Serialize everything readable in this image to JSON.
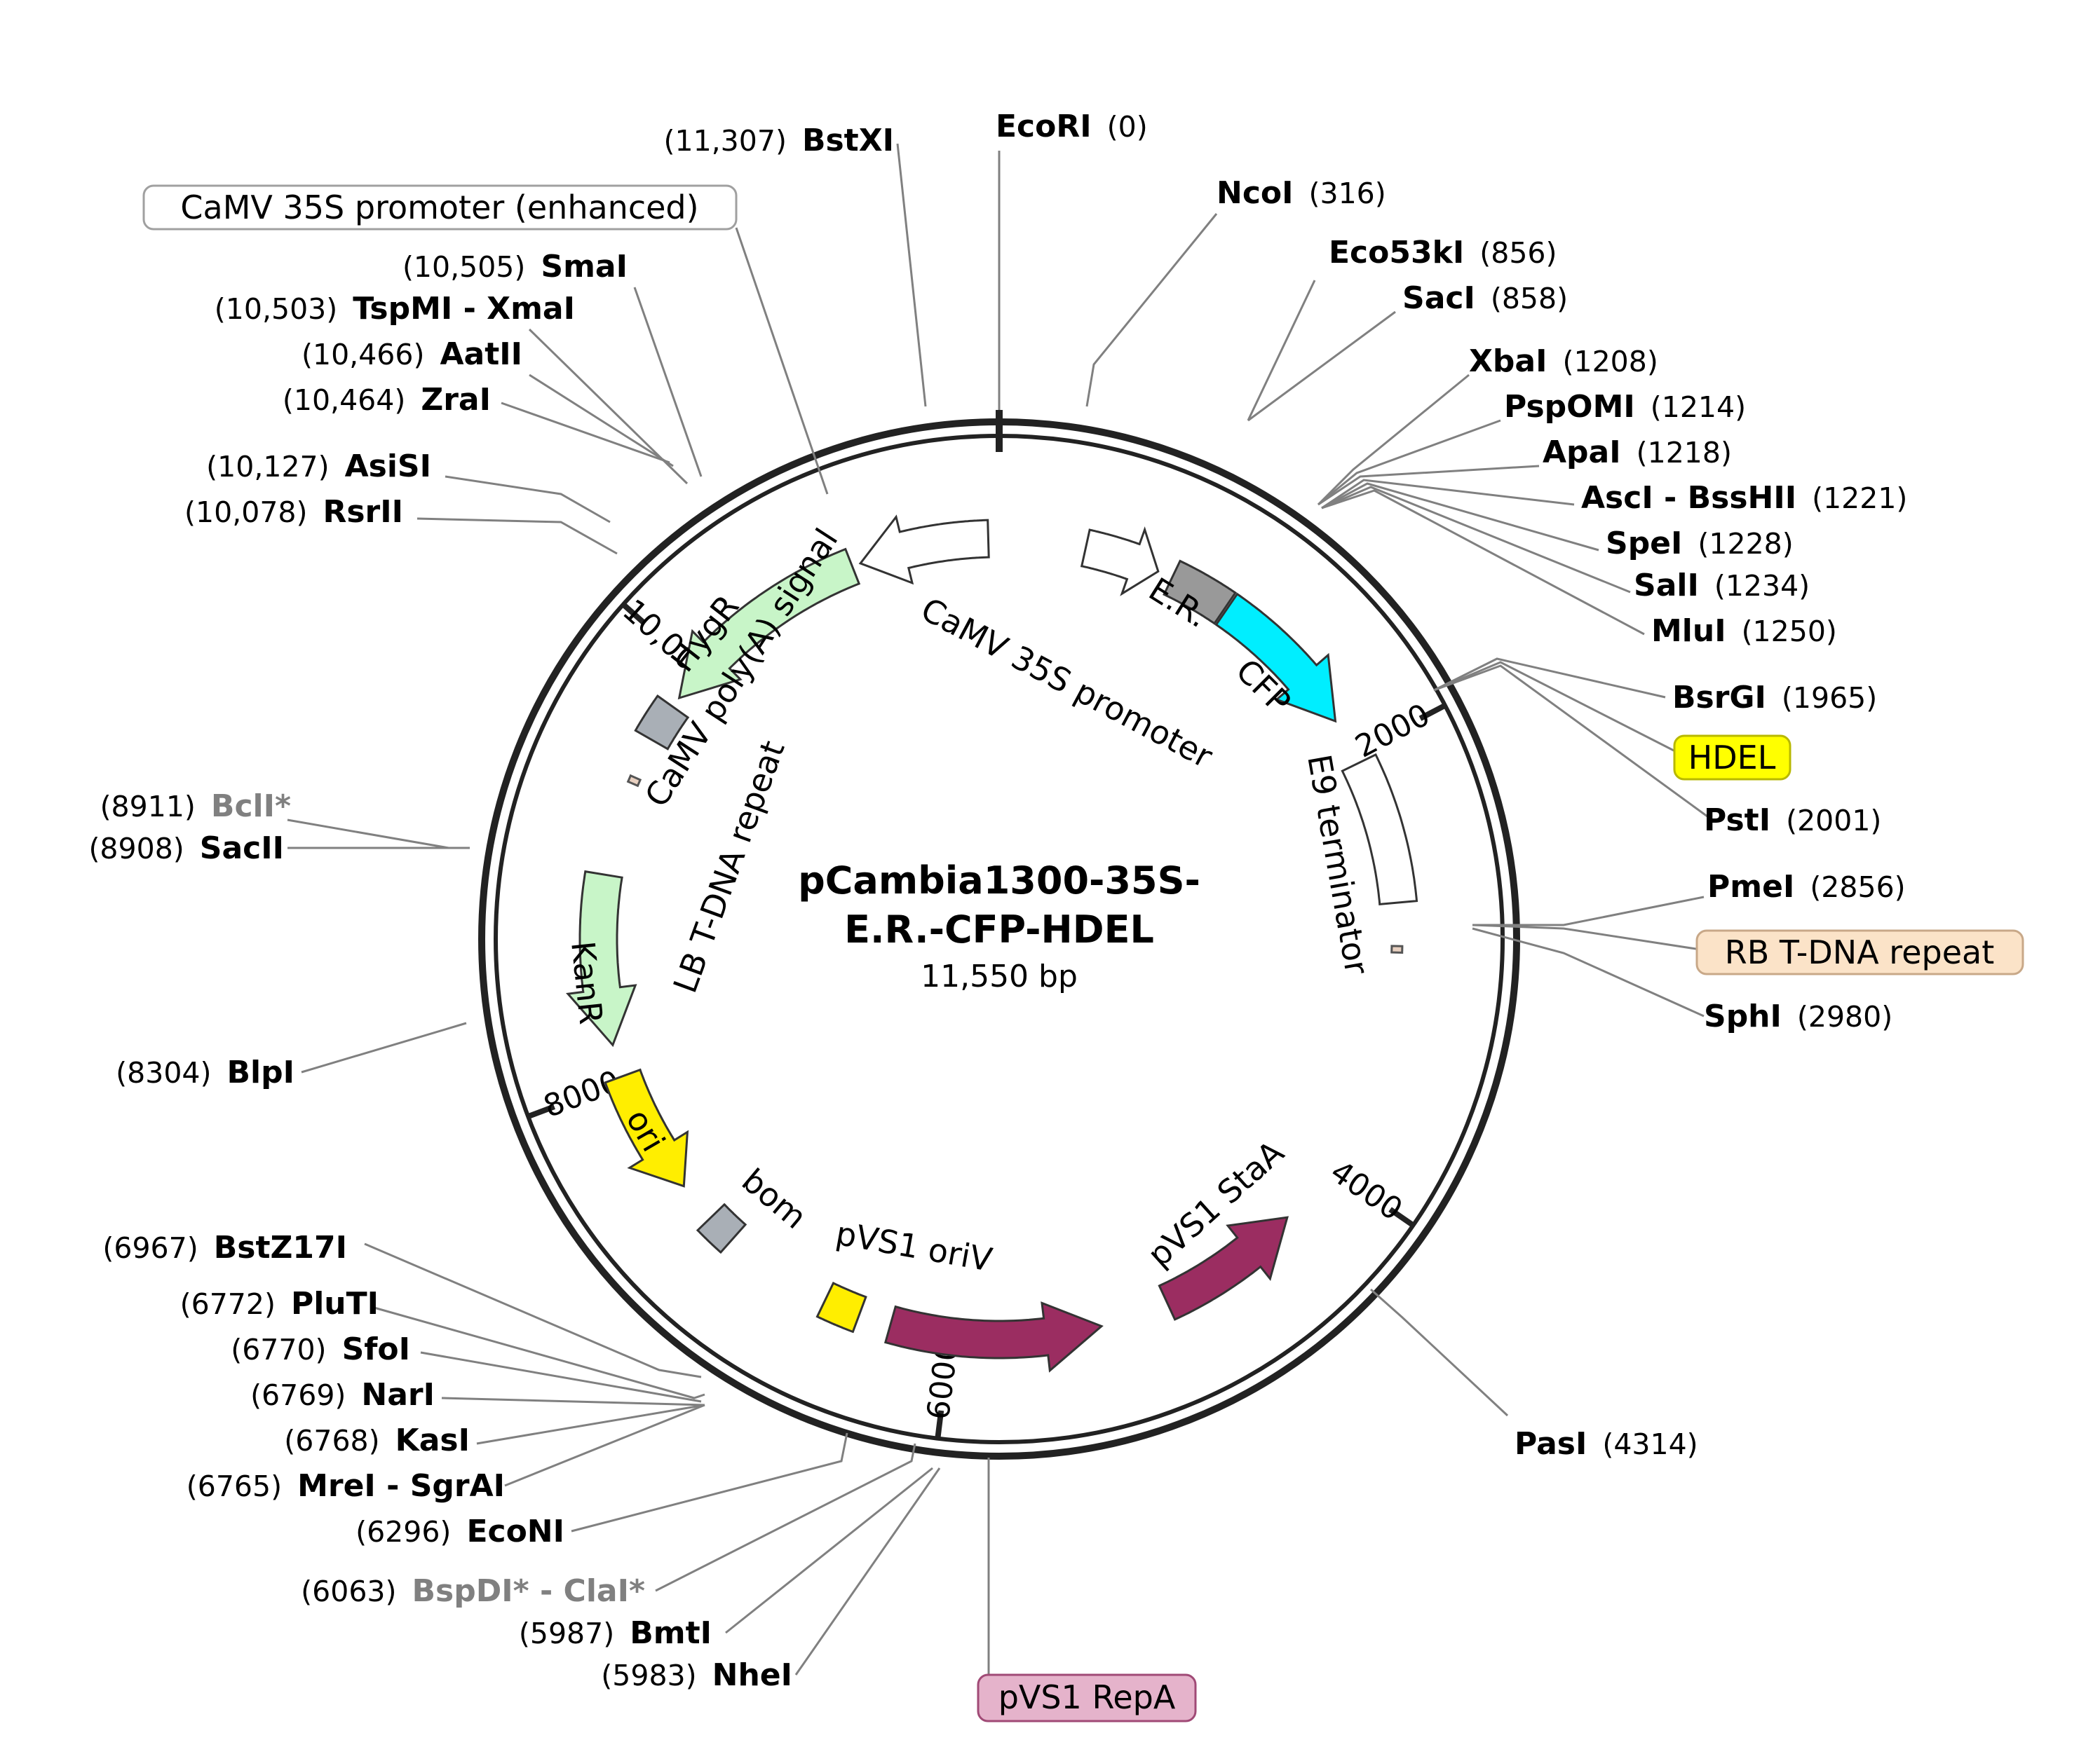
{
  "plasmid": {
    "name_line1": "pCambia1300-35S-",
    "name_line2": "E.R.-CFP-HDEL",
    "size_label": "11,550 bp",
    "length": 11550
  },
  "ticks": [
    {
      "pos": 2000,
      "label": "2000"
    },
    {
      "pos": 4000,
      "label": "4000"
    },
    {
      "pos": 6000,
      "label": "6000"
    },
    {
      "pos": 8000,
      "label": "8000"
    },
    {
      "pos": 10000,
      "label": "10,000"
    }
  ],
  "features": [
    {
      "id": "camv35s-right",
      "label": "CaMV 35S promoter",
      "start": 400,
      "end": 750,
      "style": "outline",
      "color": "#ffffff"
    },
    {
      "id": "er",
      "label": "E.R.",
      "start": 820,
      "end": 1100,
      "style": "box",
      "color": "#999999"
    },
    {
      "id": "cfp",
      "label": "CFP",
      "start": 1110,
      "end": 1830,
      "style": "arrow",
      "color": "#00eeff"
    },
    {
      "id": "e9",
      "label": "E9 terminator",
      "start": 2050,
      "end": 2720,
      "style": "outline-box",
      "color": "#ffffff"
    },
    {
      "id": "rb",
      "label": "RB T-DNA repeat",
      "start": 2920,
      "end": 2950,
      "style": "thin",
      "color": "#e8d0c0"
    },
    {
      "id": "stab",
      "label": "pVS1 StaA",
      "start": 4300,
      "end": 4980,
      "style": "arrow",
      "color": "#9b2d61"
    },
    {
      "id": "repa",
      "label": "pVS1 RepA",
      "start": 5300,
      "end": 6280,
      "style": "arrow",
      "color": "#9b2d61"
    },
    {
      "id": "oriv",
      "label": "pVS1 oriV",
      "start": 6430,
      "end": 6600,
      "style": "box",
      "color": "#ffee00"
    },
    {
      "id": "bom",
      "label": "bom",
      "start": 7110,
      "end": 7250,
      "style": "box",
      "color": "#a9afb6"
    },
    {
      "id": "ori",
      "label": "ori",
      "start": 7440,
      "end": 8020,
      "style": "arrow",
      "color": "#ffee00"
    },
    {
      "id": "kanr",
      "label": "KanR",
      "start": 8170,
      "end": 8960,
      "style": "arrow",
      "color": "#c8f5c8"
    },
    {
      "id": "lb",
      "label": "LB T-DNA repeat",
      "start": 9400,
      "end": 9430,
      "style": "thin",
      "color": "#e8d0c0"
    },
    {
      "id": "polya",
      "label": "CaMV poly(A) signal",
      "start": 9620,
      "end": 9800,
      "style": "box",
      "color": "#a9afb6"
    },
    {
      "id": "hygr",
      "label": "HygR",
      "start": 9850,
      "end": 10860,
      "style": "arrow",
      "color": "#c8f5c8"
    },
    {
      "id": "camv35s-left",
      "label": "CaMV 35S promoter (enhanced)",
      "start": 10900,
      "end": 11500,
      "style": "outline",
      "color": "#ffffff"
    }
  ],
  "sites": [
    {
      "name": "EcoRI",
      "pos": "(0)",
      "side": "right"
    },
    {
      "name": "NcoI",
      "pos": "(316)",
      "side": "right"
    },
    {
      "name": "Eco53kI",
      "pos": "(856)",
      "side": "right"
    },
    {
      "name": "SacI",
      "pos": "(858)",
      "side": "right"
    },
    {
      "name": "XbaI",
      "pos": "(1208)",
      "side": "right"
    },
    {
      "name": "PspOMI",
      "pos": "(1214)",
      "side": "right"
    },
    {
      "name": "ApaI",
      "pos": "(1218)",
      "side": "right"
    },
    {
      "name": "AscI - BssHII",
      "pos": "(1221)",
      "side": "right"
    },
    {
      "name": "SpeI",
      "pos": "(1228)",
      "side": "right"
    },
    {
      "name": "SalI",
      "pos": "(1234)",
      "side": "right"
    },
    {
      "name": "MluI",
      "pos": "(1250)",
      "side": "right"
    },
    {
      "name": "BsrGI",
      "pos": "(1965)",
      "side": "right"
    },
    {
      "name": "PstI",
      "pos": "(2001)",
      "side": "right"
    },
    {
      "name": "PmeI",
      "pos": "(2856)",
      "side": "right"
    },
    {
      "name": "SphI",
      "pos": "(2980)",
      "side": "right"
    },
    {
      "name": "PasI",
      "pos": "(4314)",
      "side": "right"
    },
    {
      "name": "NheI",
      "pos": "(5983)",
      "side": "left"
    },
    {
      "name": "BmtI",
      "pos": "(5987)",
      "side": "left"
    },
    {
      "name": "BspDI* - ClaI*",
      "pos": "(6063)",
      "side": "left",
      "note": "non-cutting"
    },
    {
      "name": "EcoNI",
      "pos": "(6296)",
      "side": "left"
    },
    {
      "name": "MreI - SgrAI",
      "pos": "(6765)",
      "side": "left"
    },
    {
      "name": "KasI",
      "pos": "(6768)",
      "side": "left"
    },
    {
      "name": "NarI",
      "pos": "(6769)",
      "side": "left"
    },
    {
      "name": "SfoI",
      "pos": "(6770)",
      "side": "left"
    },
    {
      "name": "PluTI",
      "pos": "(6772)",
      "side": "left"
    },
    {
      "name": "BstZ17I",
      "pos": "(6967)",
      "side": "left"
    },
    {
      "name": "BlpI",
      "pos": "(8304)",
      "side": "left"
    },
    {
      "name": "SacII",
      "pos": "(8908)",
      "side": "left"
    },
    {
      "name": "BclI*",
      "pos": "(8911)",
      "side": "left",
      "note": "non-cutting"
    },
    {
      "name": "RsrII",
      "pos": "(10,078)",
      "side": "left"
    },
    {
      "name": "AsiSI",
      "pos": "(10,127)",
      "side": "left"
    },
    {
      "name": "ZraI",
      "pos": "(10,464)",
      "side": "left"
    },
    {
      "name": "AatII",
      "pos": "(10,466)",
      "side": "left"
    },
    {
      "name": "TspMI - XmaI",
      "pos": "(10,503)",
      "side": "left"
    },
    {
      "name": "SmaI",
      "pos": "(10,505)",
      "side": "left"
    },
    {
      "name": "BstXI",
      "pos": "(11,307)",
      "side": "left"
    }
  ],
  "boxed_labels": {
    "camv_enh": "CaMV 35S promoter (enhanced)",
    "hdel": "HDEL",
    "rb": "RB T-DNA repeat",
    "repa": "pVS1 RepA"
  },
  "colors": {
    "hdel_fill": "#ffff00",
    "hdel_stroke": "#b8b800",
    "rb_fill": "#fbe3c8",
    "rb_stroke": "#c8a888",
    "repa_fill": "#e5b3cb",
    "repa_stroke": "#a04a76",
    "camv_stroke": "#a0a0a0"
  }
}
